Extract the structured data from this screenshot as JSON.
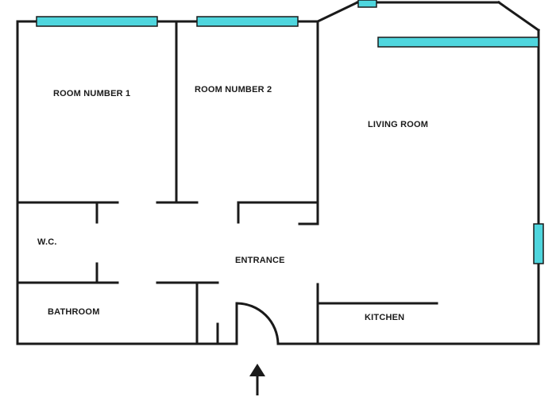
{
  "floorplan": {
    "rooms": {
      "room1": "ROOM NUMBER 1",
      "room2": "ROOM NUMBER 2",
      "living": "LIVING ROOM",
      "wc": "W.C.",
      "entrance": "ENTRANCE",
      "bathroom": "BATHROOM",
      "kitchen": "KITCHEN"
    },
    "colors": {
      "walls": "#1a1a1a",
      "windows": "#4fd6de",
      "background": "#ffffff"
    }
  }
}
